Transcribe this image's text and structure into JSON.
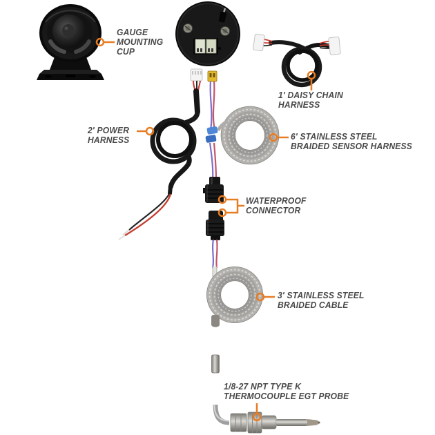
{
  "background": "#ffffff",
  "colors": {
    "accent": "#e87c22",
    "label_text": "#48484a"
  },
  "parts": {
    "gauge_mounting_cup": {
      "label_lines": [
        "GAUGE",
        "MOUNTING",
        "CUP"
      ]
    },
    "daisy_chain_harness": {
      "label_lines": [
        "1' DAISY CHAIN",
        "HARNESS"
      ]
    },
    "power_harness": {
      "label_lines": [
        "2' POWER",
        "HARNESS"
      ]
    },
    "sensor_harness": {
      "label_lines": [
        "6' STAINLESS STEEL",
        "BRAIDED SENSOR HARNESS"
      ]
    },
    "waterproof_connector": {
      "label_lines": [
        "WATERPROOF",
        "CONNECTOR"
      ]
    },
    "braided_cable": {
      "label_lines": [
        "3' STAINLESS STEEL",
        "BRAIDED CABLE"
      ]
    },
    "egt_probe": {
      "label_lines": [
        "1/8-27 NPT TYPE K",
        "THERMOCOUPLE EGT PROBE"
      ]
    }
  }
}
